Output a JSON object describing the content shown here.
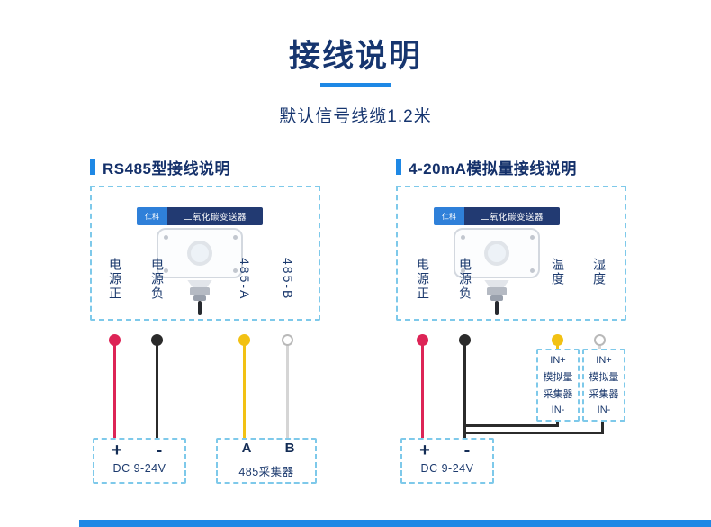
{
  "header": {
    "title": "接线说明",
    "subtitle": "默认信号线缆1.2米"
  },
  "device": {
    "brand_badge": "仁科",
    "label": "二氧化碳变送器"
  },
  "colors": {
    "navy": "#16356f",
    "accent_blue": "#1e88e5",
    "dashed_border": "#7ec9ea",
    "wire_red": "#dd2456",
    "wire_black": "#2b2b2b",
    "wire_yellow": "#f2c113",
    "wire_white": "#d5d5d5"
  },
  "rs485_section": {
    "heading": "RS485型接线说明",
    "pins": [
      {
        "label": "电源正"
      },
      {
        "label": "电源负"
      },
      {
        "label": "485-A"
      },
      {
        "label": "485-B"
      }
    ],
    "power_box": {
      "plus": "+",
      "minus": "-",
      "caption": "DC 9-24V"
    },
    "collector_box": {
      "terminal_a": "A",
      "terminal_b": "B",
      "caption": "485采集器"
    }
  },
  "analog_section": {
    "heading": "4-20mA模拟量接线说明",
    "pins": [
      {
        "label": "电源正"
      },
      {
        "label": "电源负"
      },
      {
        "label": "温度"
      },
      {
        "label": "湿度"
      }
    ],
    "power_box": {
      "plus": "+",
      "minus": "-",
      "caption": "DC 9-24V"
    },
    "collector_boxes": [
      {
        "in_plus": "IN+",
        "line1": "模拟量",
        "line2": "采集器",
        "in_minus": "IN-"
      },
      {
        "in_plus": "IN+",
        "line1": "模拟量",
        "line2": "采集器",
        "in_minus": "IN-"
      }
    ]
  }
}
